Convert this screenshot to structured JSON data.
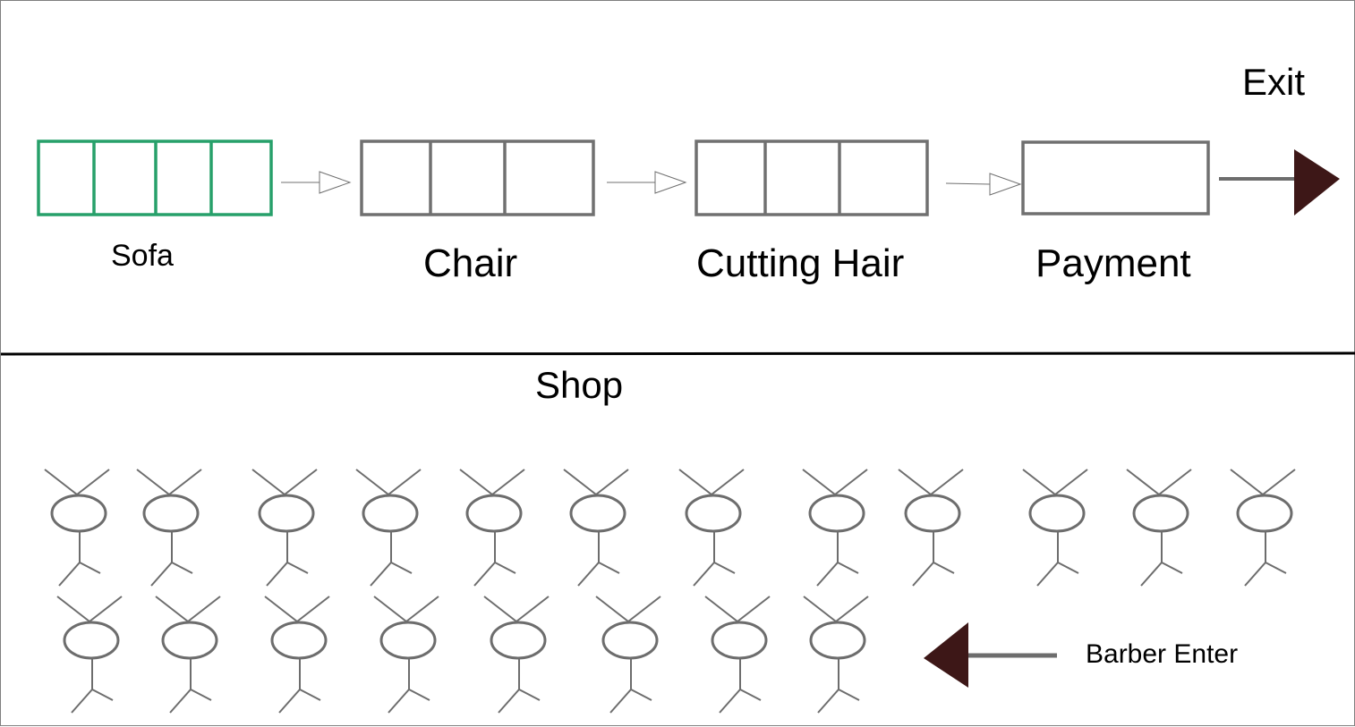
{
  "diagram": {
    "exit_label": "Exit",
    "shop_label": "Shop",
    "enter_label": "Barber Enter",
    "stages": [
      {
        "label": "Sofa",
        "slots": 4,
        "color": "#27a06a"
      },
      {
        "label": "Chair",
        "slots": 3,
        "color": "#707070"
      },
      {
        "label": "Cutting Hair",
        "slots": 3,
        "color": "#707070"
      },
      {
        "label": "Payment",
        "slots": 1,
        "color": "#707070"
      }
    ],
    "customers_row1": 12,
    "customers_row2": 8,
    "colors": {
      "arrow_head": "#3d1717",
      "arrow_shaft": "#6d6d6d",
      "figure": "#6d6d6d",
      "divider": "#000000"
    }
  }
}
